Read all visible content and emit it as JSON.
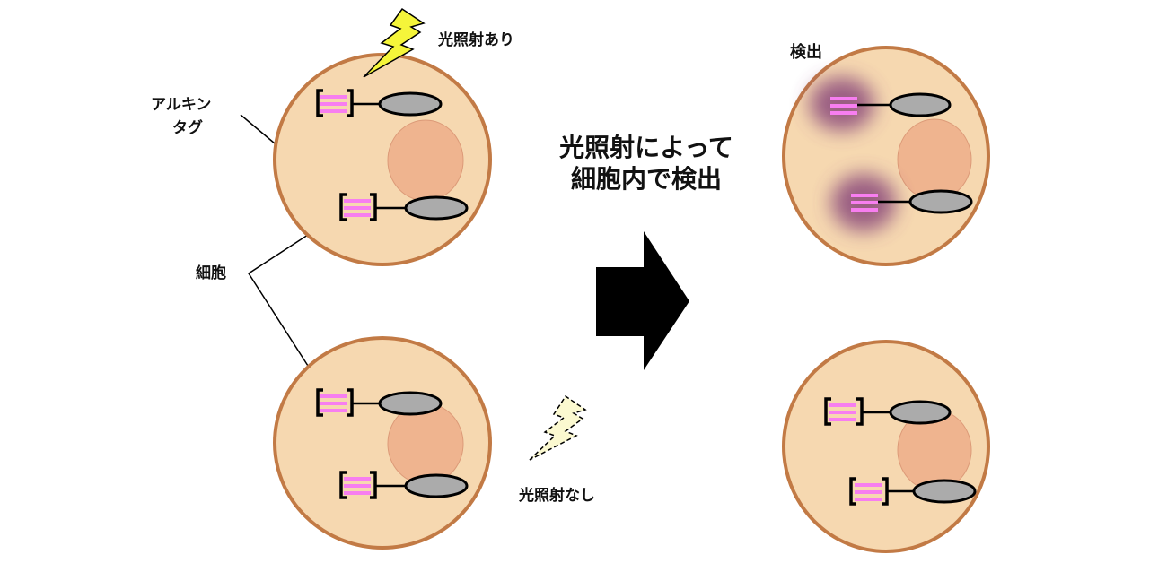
{
  "labels": {
    "light_on": "光照射あり",
    "alkyne_tag_line1": "アルキン",
    "alkyne_tag_line2": "タグ",
    "cell": "細胞",
    "center_line1": "光照射によって",
    "center_line2": "細胞内で検出",
    "detected": "検出",
    "light_off": "光照射なし"
  },
  "colors": {
    "cell_fill": "#f6d8b0",
    "cell_border": "#c27a45",
    "nucleus": "#efb48f",
    "tag": "#f77ef0",
    "protein": "#ababab",
    "signal": "#8a4a7a",
    "bolt": "#f5f53a"
  }
}
